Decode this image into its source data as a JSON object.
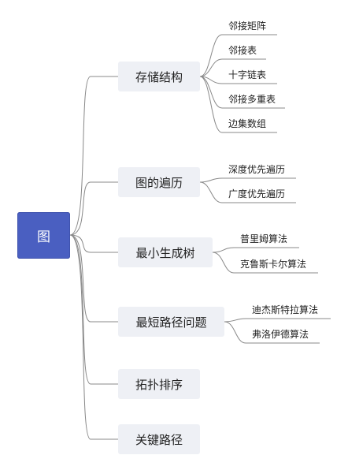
{
  "diagram": {
    "root": "图",
    "branches": [
      {
        "label": "存储结构",
        "children": [
          "邻接矩阵",
          "邻接表",
          "十字链表",
          "邻接多重表",
          "边集数组"
        ]
      },
      {
        "label": "图的遍历",
        "children": [
          "深度优先遍历",
          "广度优先遍历"
        ]
      },
      {
        "label": "最小生成树",
        "children": [
          "普里姆算法",
          "克鲁斯卡尔算法"
        ]
      },
      {
        "label": "最短路径问题",
        "children": [
          "迪杰斯特拉算法",
          "弗洛伊德算法"
        ]
      },
      {
        "label": "拓扑排序",
        "children": []
      },
      {
        "label": "关键路径",
        "children": []
      }
    ],
    "colors": {
      "root_fill": "#4a5fc1",
      "branch_fill": "#eef0f5",
      "line": "#888888"
    }
  }
}
